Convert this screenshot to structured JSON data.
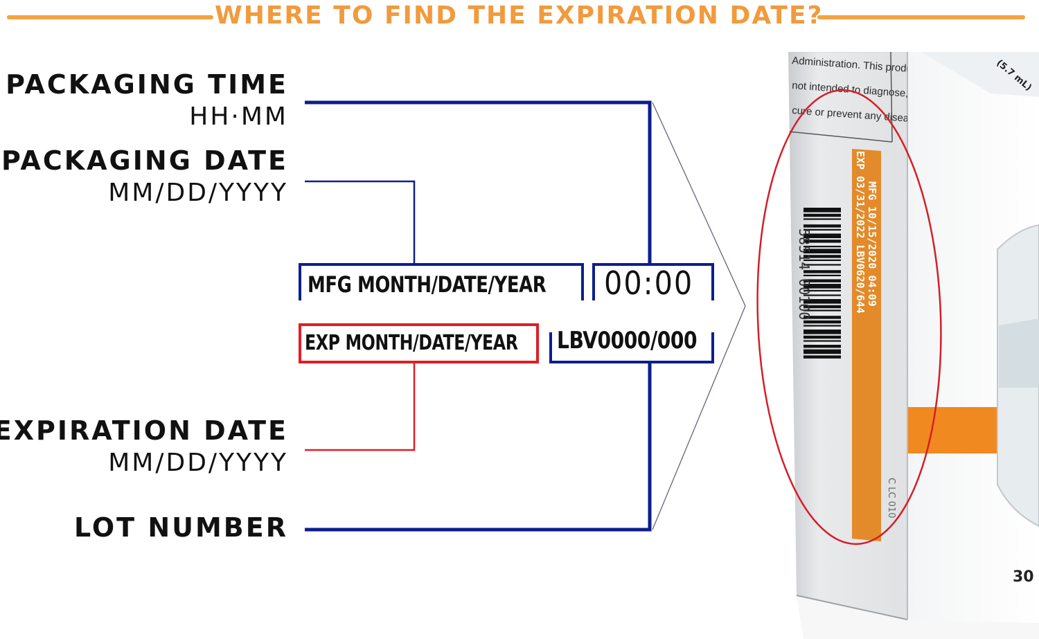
{
  "header": {
    "title": "WHERE TO FIND THE EXPIRATION DATE?"
  },
  "labels": {
    "packaging_time": {
      "title": "PACKAGING TIME",
      "format": "HH·MM"
    },
    "packaging_date": {
      "title": "PACKAGING DATE",
      "format": "MM/DD/YYYY"
    },
    "expiration_date": {
      "title": "EXPIRATION DATE",
      "format": "MM/DD/YYYY"
    },
    "lot_number": {
      "title": "LOT NUMBER"
    }
  },
  "codes": {
    "mfg": "MFG MONTH/DATE/YEAR",
    "time": "00:00",
    "exp": "EXP MONTH/DATE/YEAR",
    "lot": "LBV0000/000"
  },
  "product": {
    "side_text": [
      "Administration. This product is",
      "not intended to diagnose, treat,",
      "cure or prevent any disease."
    ],
    "top_right_text": "(5.7 mL)",
    "stamp_line1": "MFG 10/15/2020 04:09",
    "stamp_line2": "EXP 03/31/2022  LBV0620/644",
    "barcode_digits": "58514 00100",
    "corner_number": "30"
  },
  "colors": {
    "accent_orange": "#f19a3e",
    "navy": "#0d1e8c",
    "red": "#e01e26"
  }
}
